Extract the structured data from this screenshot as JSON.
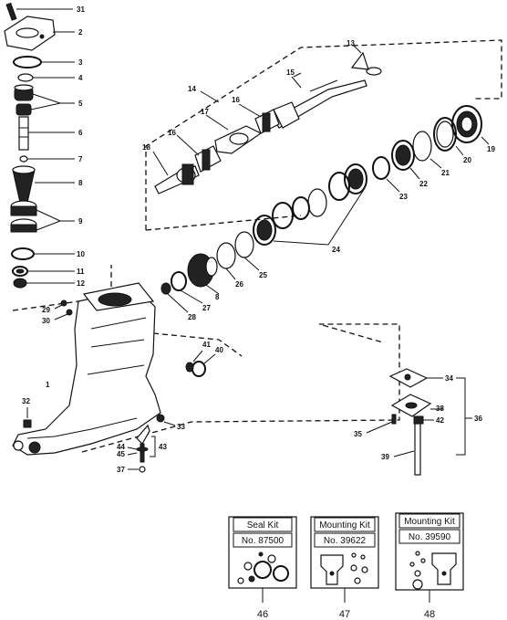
{
  "callouts": {
    "c1": "1",
    "c2": "2",
    "c3": "3",
    "c4": "4",
    "c5": "5",
    "c6": "6",
    "c7": "7",
    "c8": "8",
    "c9": "9",
    "c10": "10",
    "c11": "11",
    "c12": "12",
    "c13": "13",
    "c14": "14",
    "c15": "15",
    "c16a": "16",
    "c16b": "16",
    "c17": "17",
    "c18": "18",
    "c19": "19",
    "c20": "20",
    "c21": "21",
    "c22": "22",
    "c23": "23",
    "c24": "24",
    "c25": "25",
    "c26": "26",
    "c27": "27",
    "c28": "28",
    "c29": "29",
    "c30": "30",
    "c31": "31",
    "c32": "32",
    "c33": "33",
    "c34": "34",
    "c35": "35",
    "c36": "36",
    "c37": "37",
    "c38": "38",
    "c39": "39",
    "c40": "40",
    "c41": "41",
    "c42": "42",
    "c43": "43",
    "c44": "44",
    "c45": "45"
  },
  "kits": [
    {
      "title": "Seal Kit",
      "number": "No. 87500",
      "ref": "46"
    },
    {
      "title": "Mounting Kit",
      "number": "No. 39622",
      "ref": "47"
    },
    {
      "title": "Mounting Kit",
      "number": "No. 39590",
      "ref": "48"
    }
  ]
}
